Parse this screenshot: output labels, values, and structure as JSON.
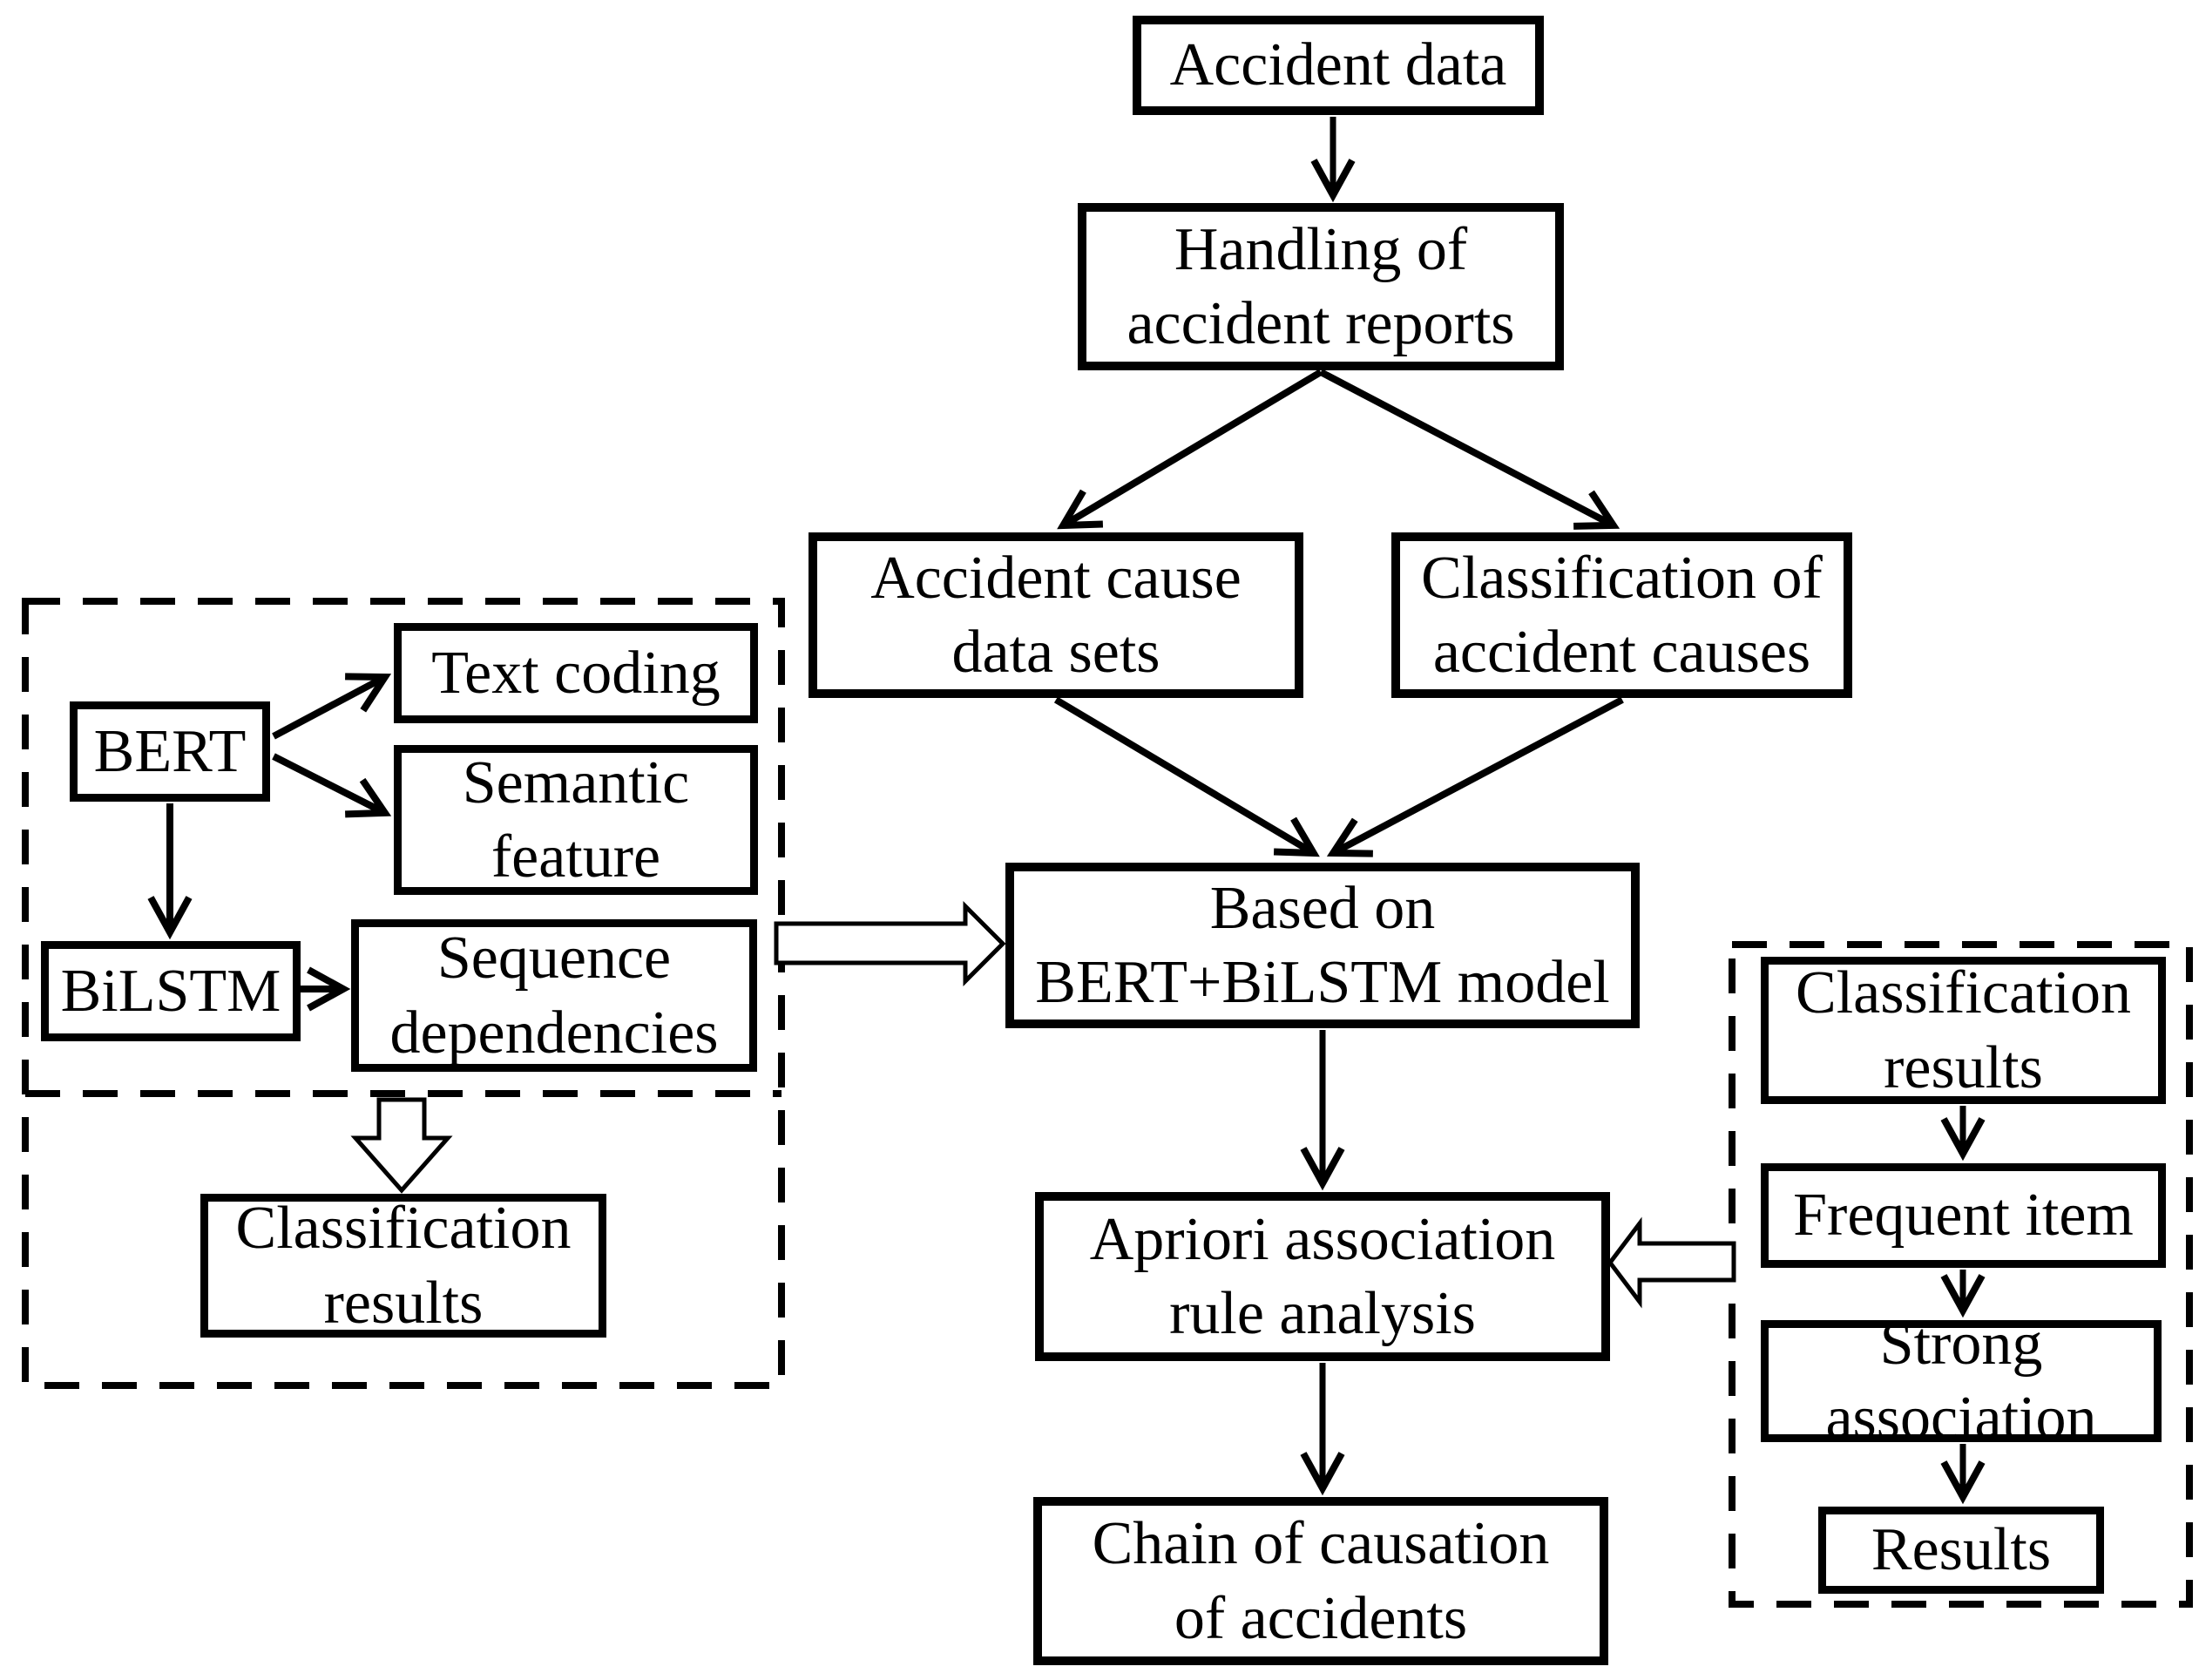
{
  "title": "BERT+BiLSTM and Apriori accident causation analysis flowchart",
  "colors": {
    "ink": "#000000",
    "paper": "#ffffff"
  },
  "nodes": {
    "accident_data": "Accident data",
    "handling": "Handling of\naccident reports",
    "accident_cause": "Accident cause\ndata sets",
    "classification_causes": "Classification of\naccident causes",
    "based_on": "Based on\nBERT+BiLSTM model",
    "apriori": "Apriori association\nrule analysis",
    "chain": "Chain of causation\nof accidents",
    "bert": "BERT",
    "text_coding": "Text coding",
    "semantic_feature": "Semantic\nfeature",
    "bilstm": "BiLSTM",
    "sequence_dependencies": "Sequence\ndependencies",
    "classification_results_left": "Classification\nresults",
    "classification_results_right": "Classification\nresults",
    "frequent_item": "Frequent item",
    "strong_association": "Strong\nassociation",
    "results": "Results"
  }
}
